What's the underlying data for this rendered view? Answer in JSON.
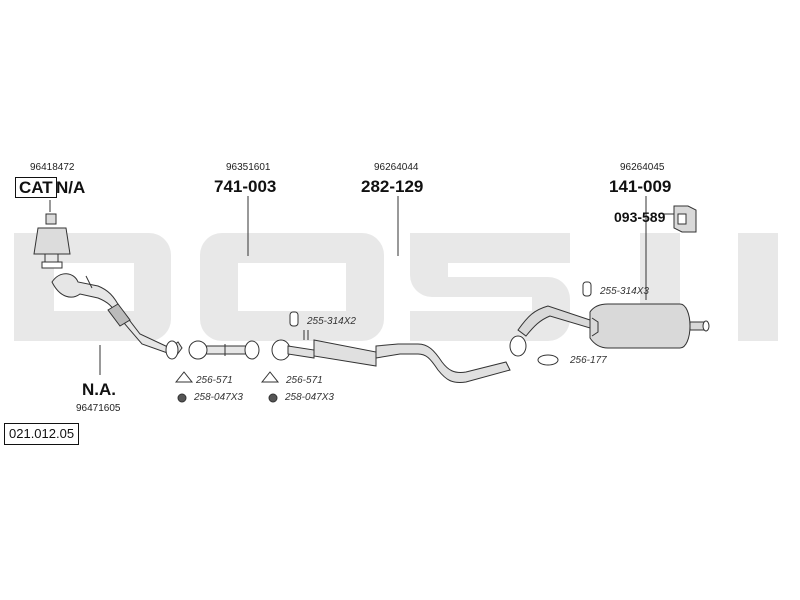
{
  "watermark": "bosal",
  "diagram_code": "021.012.05",
  "groups": {
    "cat": {
      "oem": "96418472",
      "badge": "CAT",
      "part": "N/A"
    },
    "front_pipe": {
      "part": "N.A.",
      "oem": "96471605"
    },
    "center_pipe": {
      "oem": "96351601",
      "part": "741-003"
    },
    "middle_silencer": {
      "oem": "96264044",
      "part": "282-129"
    },
    "rear_silencer": {
      "oem": "96264045",
      "part": "141-009"
    },
    "mounting_kit": {
      "part": "093-589"
    }
  },
  "accessories": {
    "gasket_1": "256-571",
    "nut_1": "258-047X3",
    "gasket_2": "256-571",
    "nut_2": "258-047X3",
    "hanger_1": "255-314X2",
    "hanger_2": "255-314X3",
    "gasket_3": "256-177"
  },
  "colors": {
    "line": "#333333",
    "watermark": "#e6e6e6",
    "part_fill": "#d9d9d9"
  }
}
